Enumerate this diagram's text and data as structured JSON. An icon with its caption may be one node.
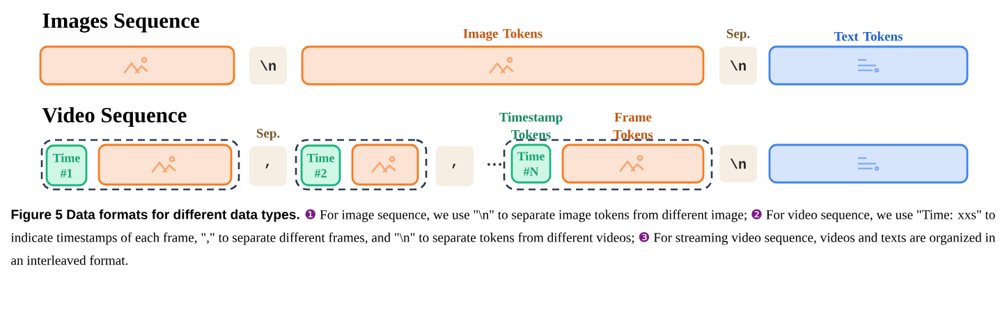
{
  "diagram": {
    "caption": "**Figure 5  Data formats for different data types.** ❶ For image sequence, we use \"\\n\" to separate image tokens from different image; ❷ For video sequence, we use \"Time: xxs\" to indicate timestamps of each frame, \",\" to separate different frames, and \"\\n\" to separate tokens from different videos; ❸ For streaming video sequence, videos and texts are organized in an interleaved format.",
    "nodes": [
      {
        "text": [],
        "shape": "box"
      },
      {
        "text": [
          "\\n"
        ]
      },
      {
        "text": [
          "Image Tokens"
        ]
      },
      {
        "text": [
          "Sep.",
          "\\n"
        ]
      },
      {
        "text": [
          "Text Tokens"
        ]
      },
      {
        "text": [],
        "shape": "box"
      },
      {
        "text": [
          "Time #1"
        ],
        "in": 5
      },
      {
        "text": [],
        "shape": "box",
        "in": 5
      },
      {
        "text": [
          "Sep.",
          ","
        ]
      },
      {
        "text": [],
        "shape": "box"
      },
      {
        "text": [
          "Time #2"
        ],
        "in": 9
      },
      {
        "text": [],
        "shape": "box",
        "in": 9
      },
      {
        "text": [
          ","
        ]
      },
      {
        "text": [],
        "shape": "box"
      },
      {
        "text": [
          "Timestamp Tokens",
          "Time #N"
        ],
        "in": 13
      },
      {
        "text": [
          "Frame Tokens"
        ],
        "in": 13
      },
      {
        "text": [
          "\\n"
        ]
      },
      {
        "text": [],
        "shape": "box"
      }
    ],
    "edges": [],
    "labels": [
      "Images Sequence",
      "Video Sequence",
      "…"
    ]
  }
}
